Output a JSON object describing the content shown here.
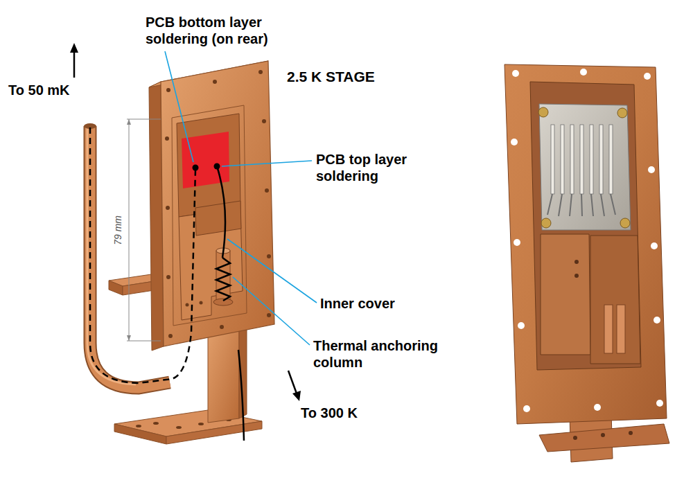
{
  "diagram": {
    "labels": [
      "PCB bottom layer soldering (on rear)",
      "2.5 K STAGE",
      "To 50 mK",
      "PCB top layer soldering",
      "79 mm",
      "Inner cover",
      "Thermal anchoring column",
      "To 300 K"
    ]
  }
}
